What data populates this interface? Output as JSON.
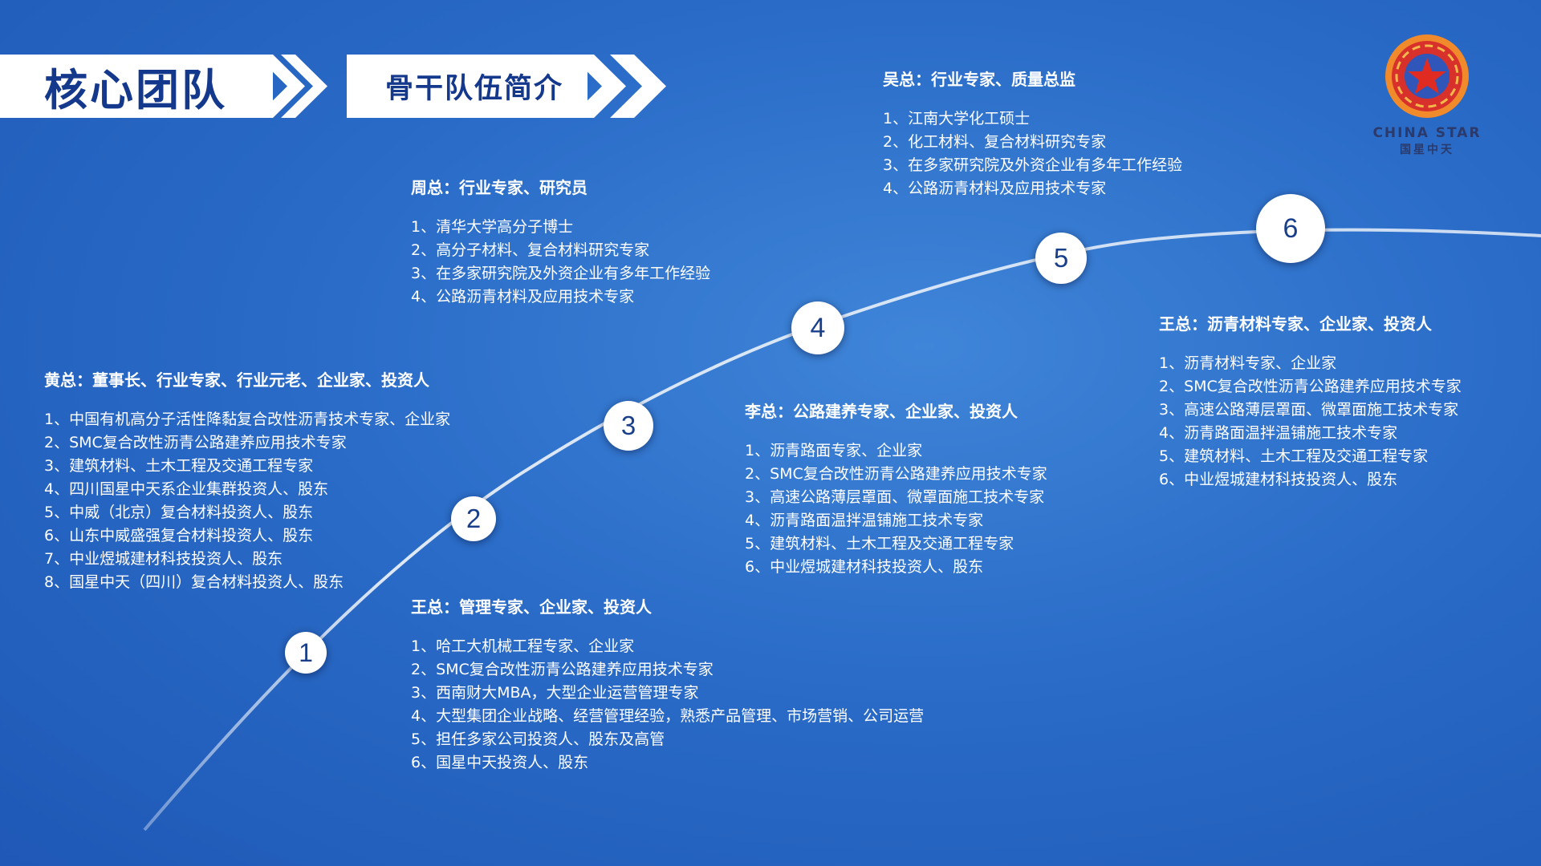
{
  "header": {
    "section_title": "核心团队",
    "subtitle": "骨干队伍简介"
  },
  "logo": {
    "name_en": "CHINA STAR",
    "name_cn": "国星中天"
  },
  "nodes": [
    "1",
    "2",
    "3",
    "4",
    "5",
    "6"
  ],
  "colors": {
    "background": "#2a6cc8",
    "header_text": "#14398c",
    "node_fill": "#ffffff",
    "logo_red": "#d8302a",
    "logo_orange": "#f08a2a"
  },
  "blocks": [
    {
      "title": "黄总：董事长、行业专家、行业元老、企业家、投资人",
      "items": [
        "1、中国有机高分子活性降黏复合改性沥青技术专家、企业家",
        "2、SMC复合改性沥青公路建养应用技术专家",
        "3、建筑材料、土木工程及交通工程专家",
        "4、四川国星中天系企业集群投资人、股东",
        "5、中威（北京）复合材料投资人、股东",
        "6、山东中威盛强复合材料投资人、股东",
        "7、中业煜城建材科技投资人、股东",
        "8、国星中天（四川）复合材料投资人、股东"
      ]
    },
    {
      "title": "周总：行业专家、研究员",
      "items": [
        "1、清华大学高分子博士",
        "2、高分子材料、复合材料研究专家",
        "3、在多家研究院及外资企业有多年工作经验",
        "4、公路沥青材料及应用技术专家"
      ]
    },
    {
      "title": "王总：管理专家、企业家、投资人",
      "items": [
        "1、哈工大机械工程专家、企业家",
        "2、SMC复合改性沥青公路建养应用技术专家",
        "3、西南财大MBA，大型企业运营管理专家",
        "4、大型集团企业战略、经营管理经验，熟悉产品管理、市场营销、公司运营",
        "5、担任多家公司投资人、股东及高管",
        "6、国星中天投资人、股东"
      ]
    },
    {
      "title": "李总：公路建养专家、企业家、投资人",
      "items": [
        "1、沥青路面专家、企业家",
        "2、SMC复合改性沥青公路建养应用技术专家",
        "3、高速公路薄层罩面、微罩面施工技术专家",
        "4、沥青路面温拌温铺施工技术专家",
        "5、建筑材料、土木工程及交通工程专家",
        "6、中业煜城建材科技投资人、股东"
      ]
    },
    {
      "title": "吴总：行业专家、质量总监",
      "items": [
        "1、江南大学化工硕士",
        "2、化工材料、复合材料研究专家",
        "3、在多家研究院及外资企业有多年工作经验",
        "4、公路沥青材料及应用技术专家"
      ]
    },
    {
      "title": "王总：沥青材料专家、企业家、投资人",
      "items": [
        "1、沥青材料专家、企业家",
        "2、SMC复合改性沥青公路建养应用技术专家",
        "3、高速公路薄层罩面、微罩面施工技术专家",
        "4、沥青路面温拌温铺施工技术专家",
        "5、建筑材料、土木工程及交通工程专家",
        "6、中业煜城建材科技投资人、股东"
      ]
    }
  ]
}
